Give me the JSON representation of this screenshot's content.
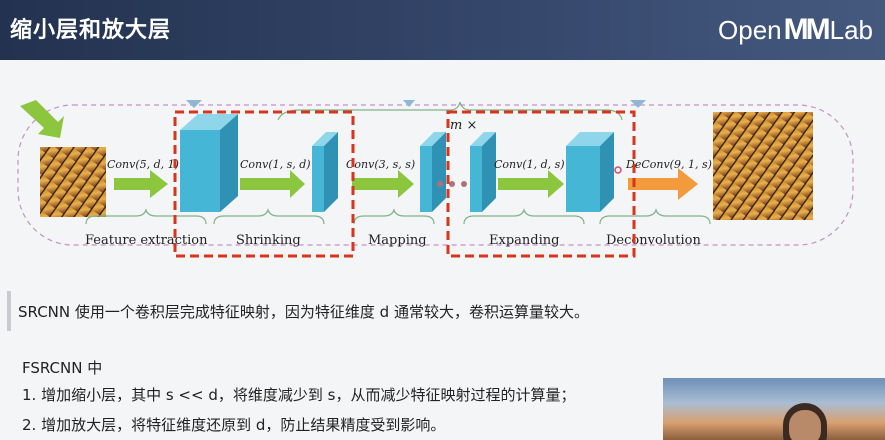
{
  "header": {
    "title": "缩小层和放大层",
    "logo_left": "Open",
    "logo_mid": "MM",
    "logo_right": "Lab"
  },
  "diagram": {
    "repeat_label": "m ×",
    "ops": [
      "Conv(5, d, 1)",
      "Conv(1, s, d)",
      "Conv(3, s, s)",
      "Conv(1, d, s)",
      "DeConv(9, 1, s)"
    ],
    "stages": [
      "Feature extraction",
      "Shrinking",
      "Mapping",
      "Expanding",
      "Deconvolution"
    ],
    "colors": {
      "cube": "#46b6d6",
      "arrow_green": "#8cc63f",
      "arrow_orange": "#f39a3d",
      "highlight": "#d9341c"
    }
  },
  "note": "SRCNN 使用一个卷积层完成特征映射，因为特征维度 d 通常较大，卷积运算量较大。",
  "fsrcnn": {
    "title": "FSRCNN 中",
    "items": [
      "1.  增加缩小层，其中 s << d，将维度减少到 s，从而减少特征映射过程的计算量；",
      "2.  增加放大层，将特征维度还原到 d，防止结果精度受到影响。"
    ]
  }
}
